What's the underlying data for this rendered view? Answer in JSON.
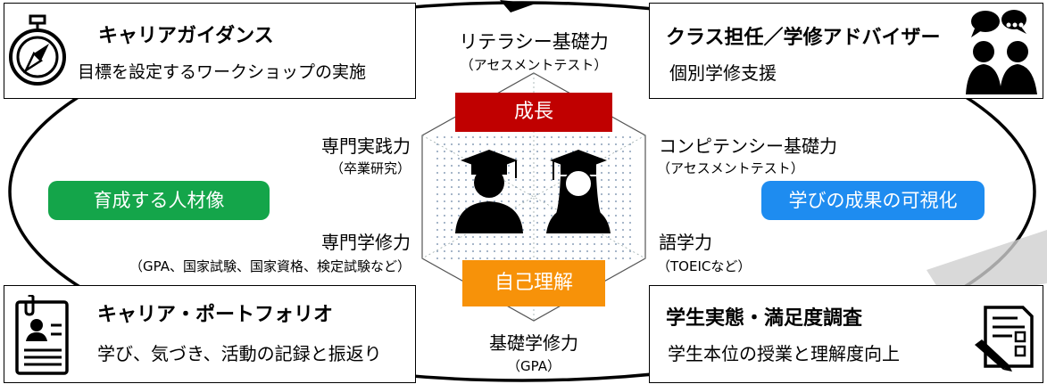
{
  "corner_boxes": {
    "career_guidance": {
      "title": "キャリアガイダンス",
      "subtitle": "目標を設定するワークショップの実施",
      "icon": "compass-icon"
    },
    "class_advisor": {
      "title": "クラス担任／学修アドバイザー",
      "subtitle": "個別学修支援",
      "icon": "people-chat-icon"
    },
    "career_portfolio": {
      "title": "キャリア・ポートフォリオ",
      "subtitle": "学び、気づき、活動の記録と振返り",
      "icon": "portfolio-document-icon"
    },
    "student_survey": {
      "title": "学生実態・満足度調査",
      "subtitle": "学生本位の授業と理解度向上",
      "icon": "checklist-pen-icon"
    }
  },
  "hexagon_labels": {
    "top": {
      "title": "リテラシー基礎力",
      "note": "（アセスメントテスト）"
    },
    "upper_left": {
      "title": "専門実践力",
      "note": "（卒業研究）"
    },
    "upper_right": {
      "title": "コンピテンシー基礎力",
      "note": "（アセスメントテスト）"
    },
    "lower_left": {
      "title": "専門学修力",
      "note": "（GPA、国家試験、国家資格、検定試験など）"
    },
    "lower_right": {
      "title": "語学力",
      "note": "（TOEICなど）"
    },
    "bottom": {
      "title": "基礎学修力",
      "note": "（GPA）"
    }
  },
  "center": {
    "growth_label": "成長",
    "self_understanding_label": "自己理解",
    "icon": "graduates-icon"
  },
  "side_pills": {
    "left": "育成する人材像",
    "right": "学びの成果の可視化"
  },
  "colors": {
    "growth": "#c00000",
    "self_understanding": "#f79209",
    "pill_left": "#14a54a",
    "pill_right": "#1e8cf0",
    "dots": "#8a9fb8"
  }
}
